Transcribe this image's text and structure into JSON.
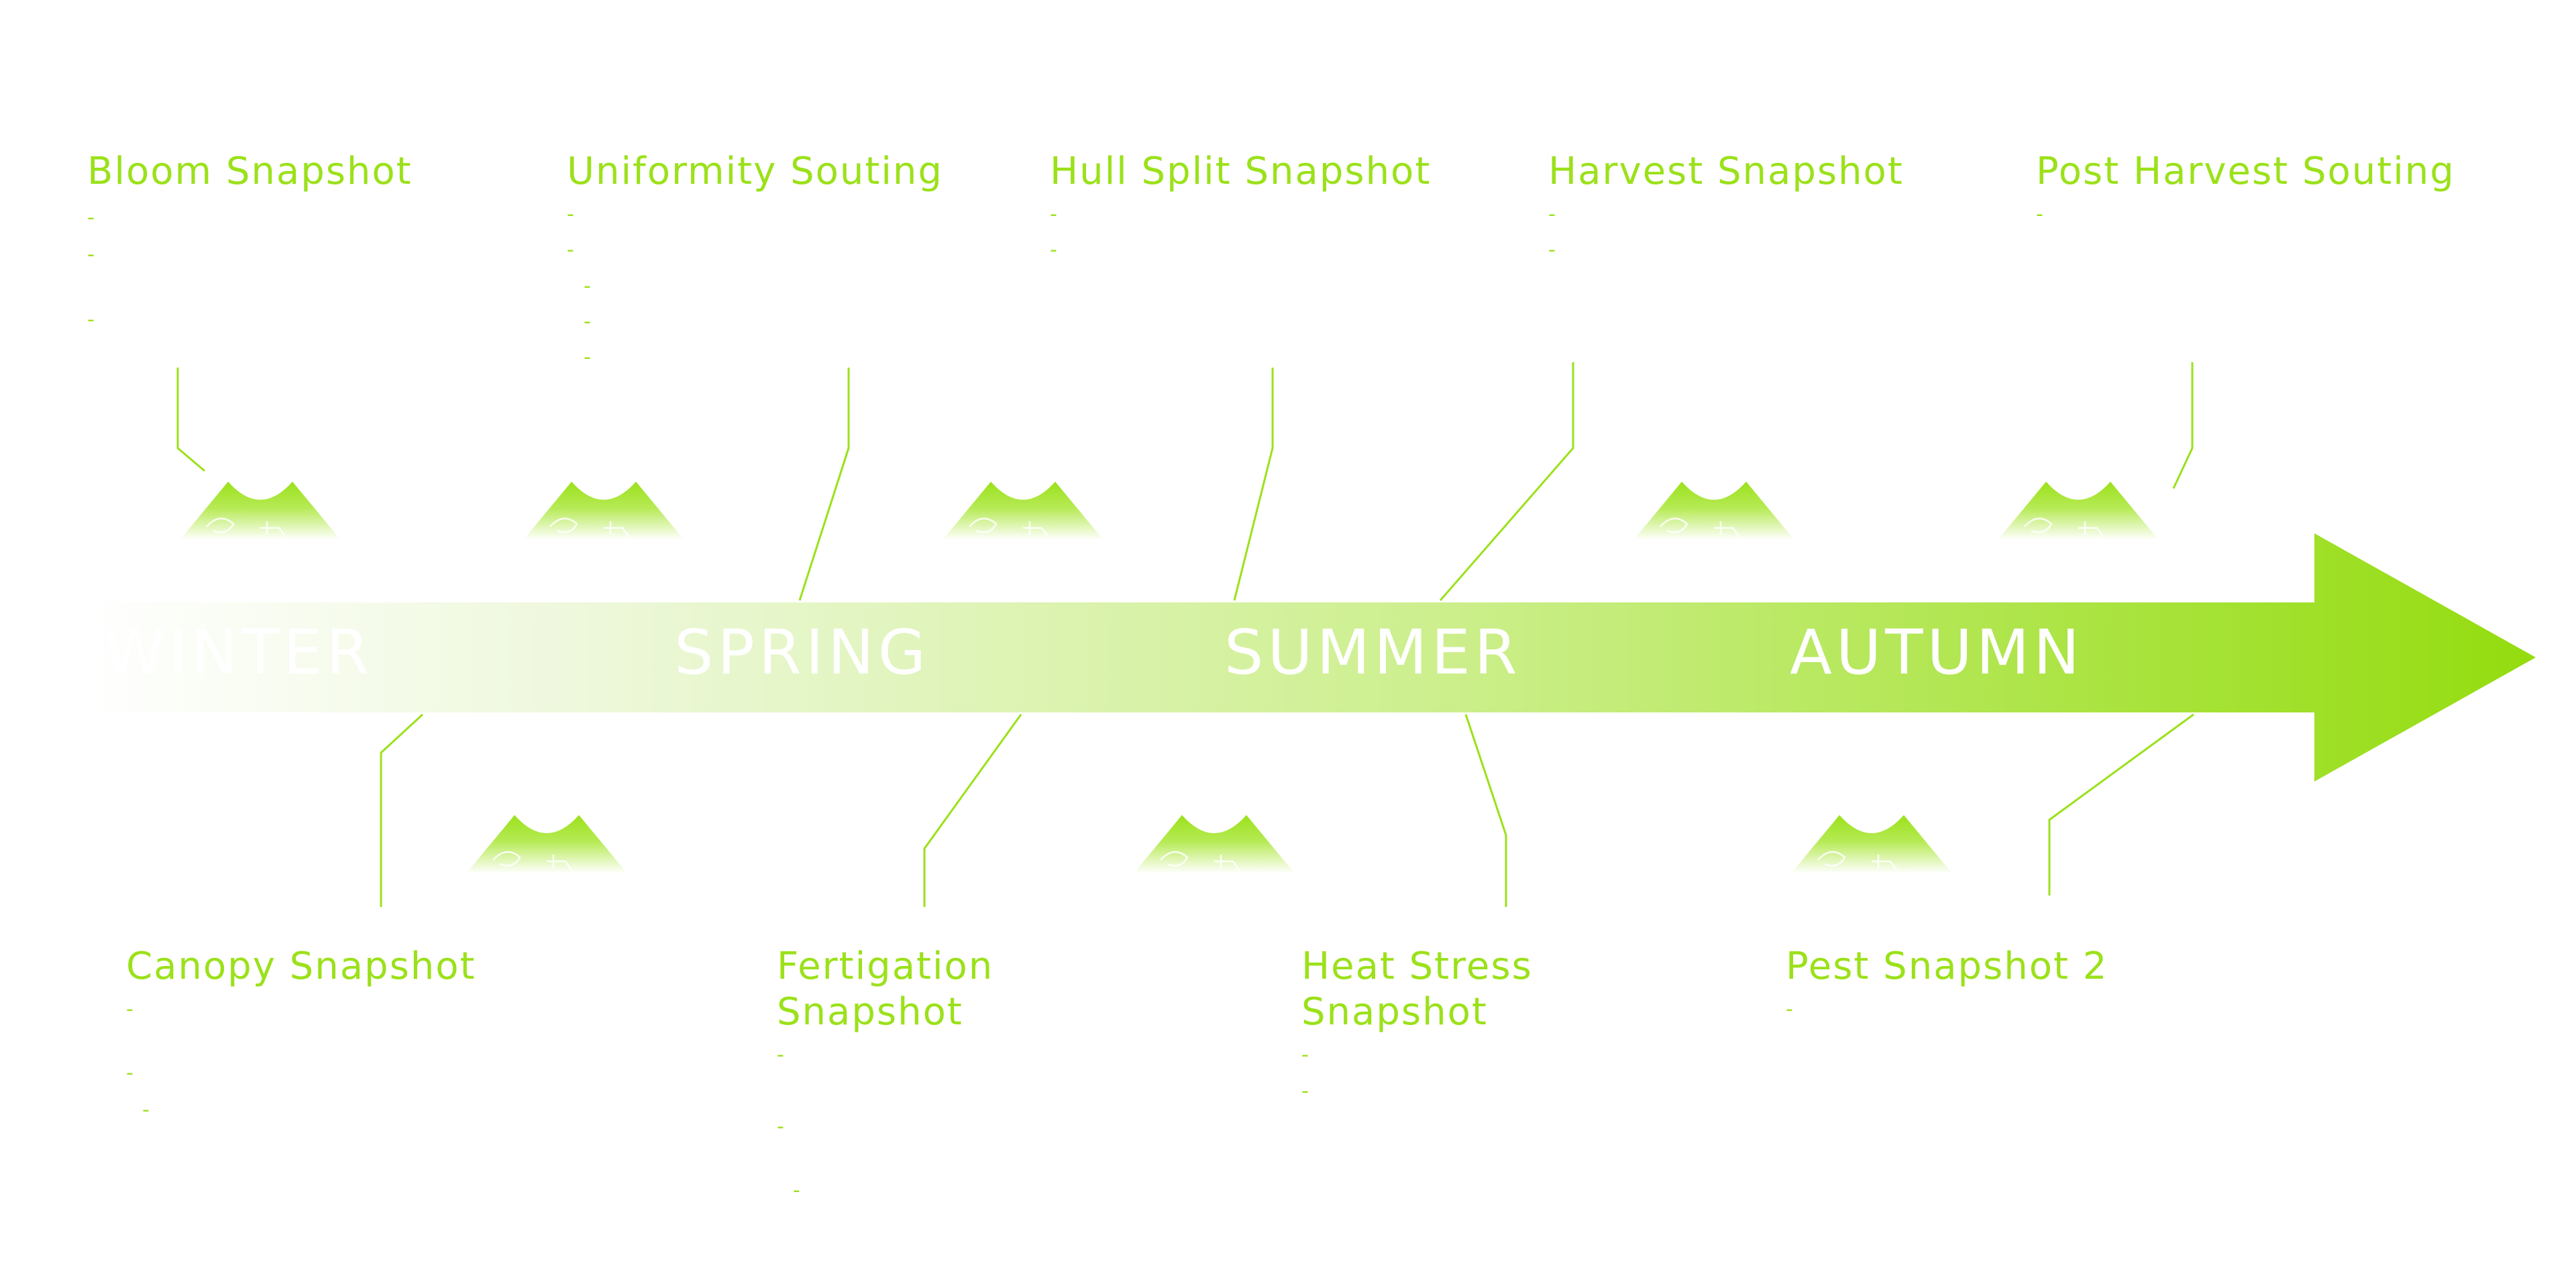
{
  "colors": {
    "accent": "#9be11a",
    "arrow_start": "#ffffff",
    "arrow_end": "#94dc0f",
    "season_text": "#ffffff"
  },
  "seasons": [
    "WINTER",
    "SPRING",
    "SUMMER",
    "AUTUMN"
  ],
  "stages_top": [
    {
      "title": "Bloom Snapshot",
      "bullets": [
        "-",
        "-",
        "-"
      ]
    },
    {
      "title": "Uniformity Souting",
      "bullets": [
        "-",
        "-",
        "-",
        "-",
        "-"
      ]
    },
    {
      "title": "Hull Split Snapshot",
      "bullets": [
        "-",
        "-"
      ]
    },
    {
      "title": "Harvest Snapshot",
      "bullets": [
        "-",
        "-"
      ]
    },
    {
      "title": "Post Harvest Souting",
      "bullets": [
        "-"
      ]
    }
  ],
  "stages_bottom": [
    {
      "title": "Canopy Snapshot",
      "bullets": [
        "-",
        "-",
        "-"
      ]
    },
    {
      "title": "Fertigation Snapshot",
      "bullets": [
        "-",
        "-",
        "-"
      ]
    },
    {
      "title": "Heat Stress Snapshot",
      "bullets": [
        "-",
        "-"
      ]
    },
    {
      "title": "Pest Snapshot 2",
      "bullets": [
        "-"
      ]
    }
  ]
}
